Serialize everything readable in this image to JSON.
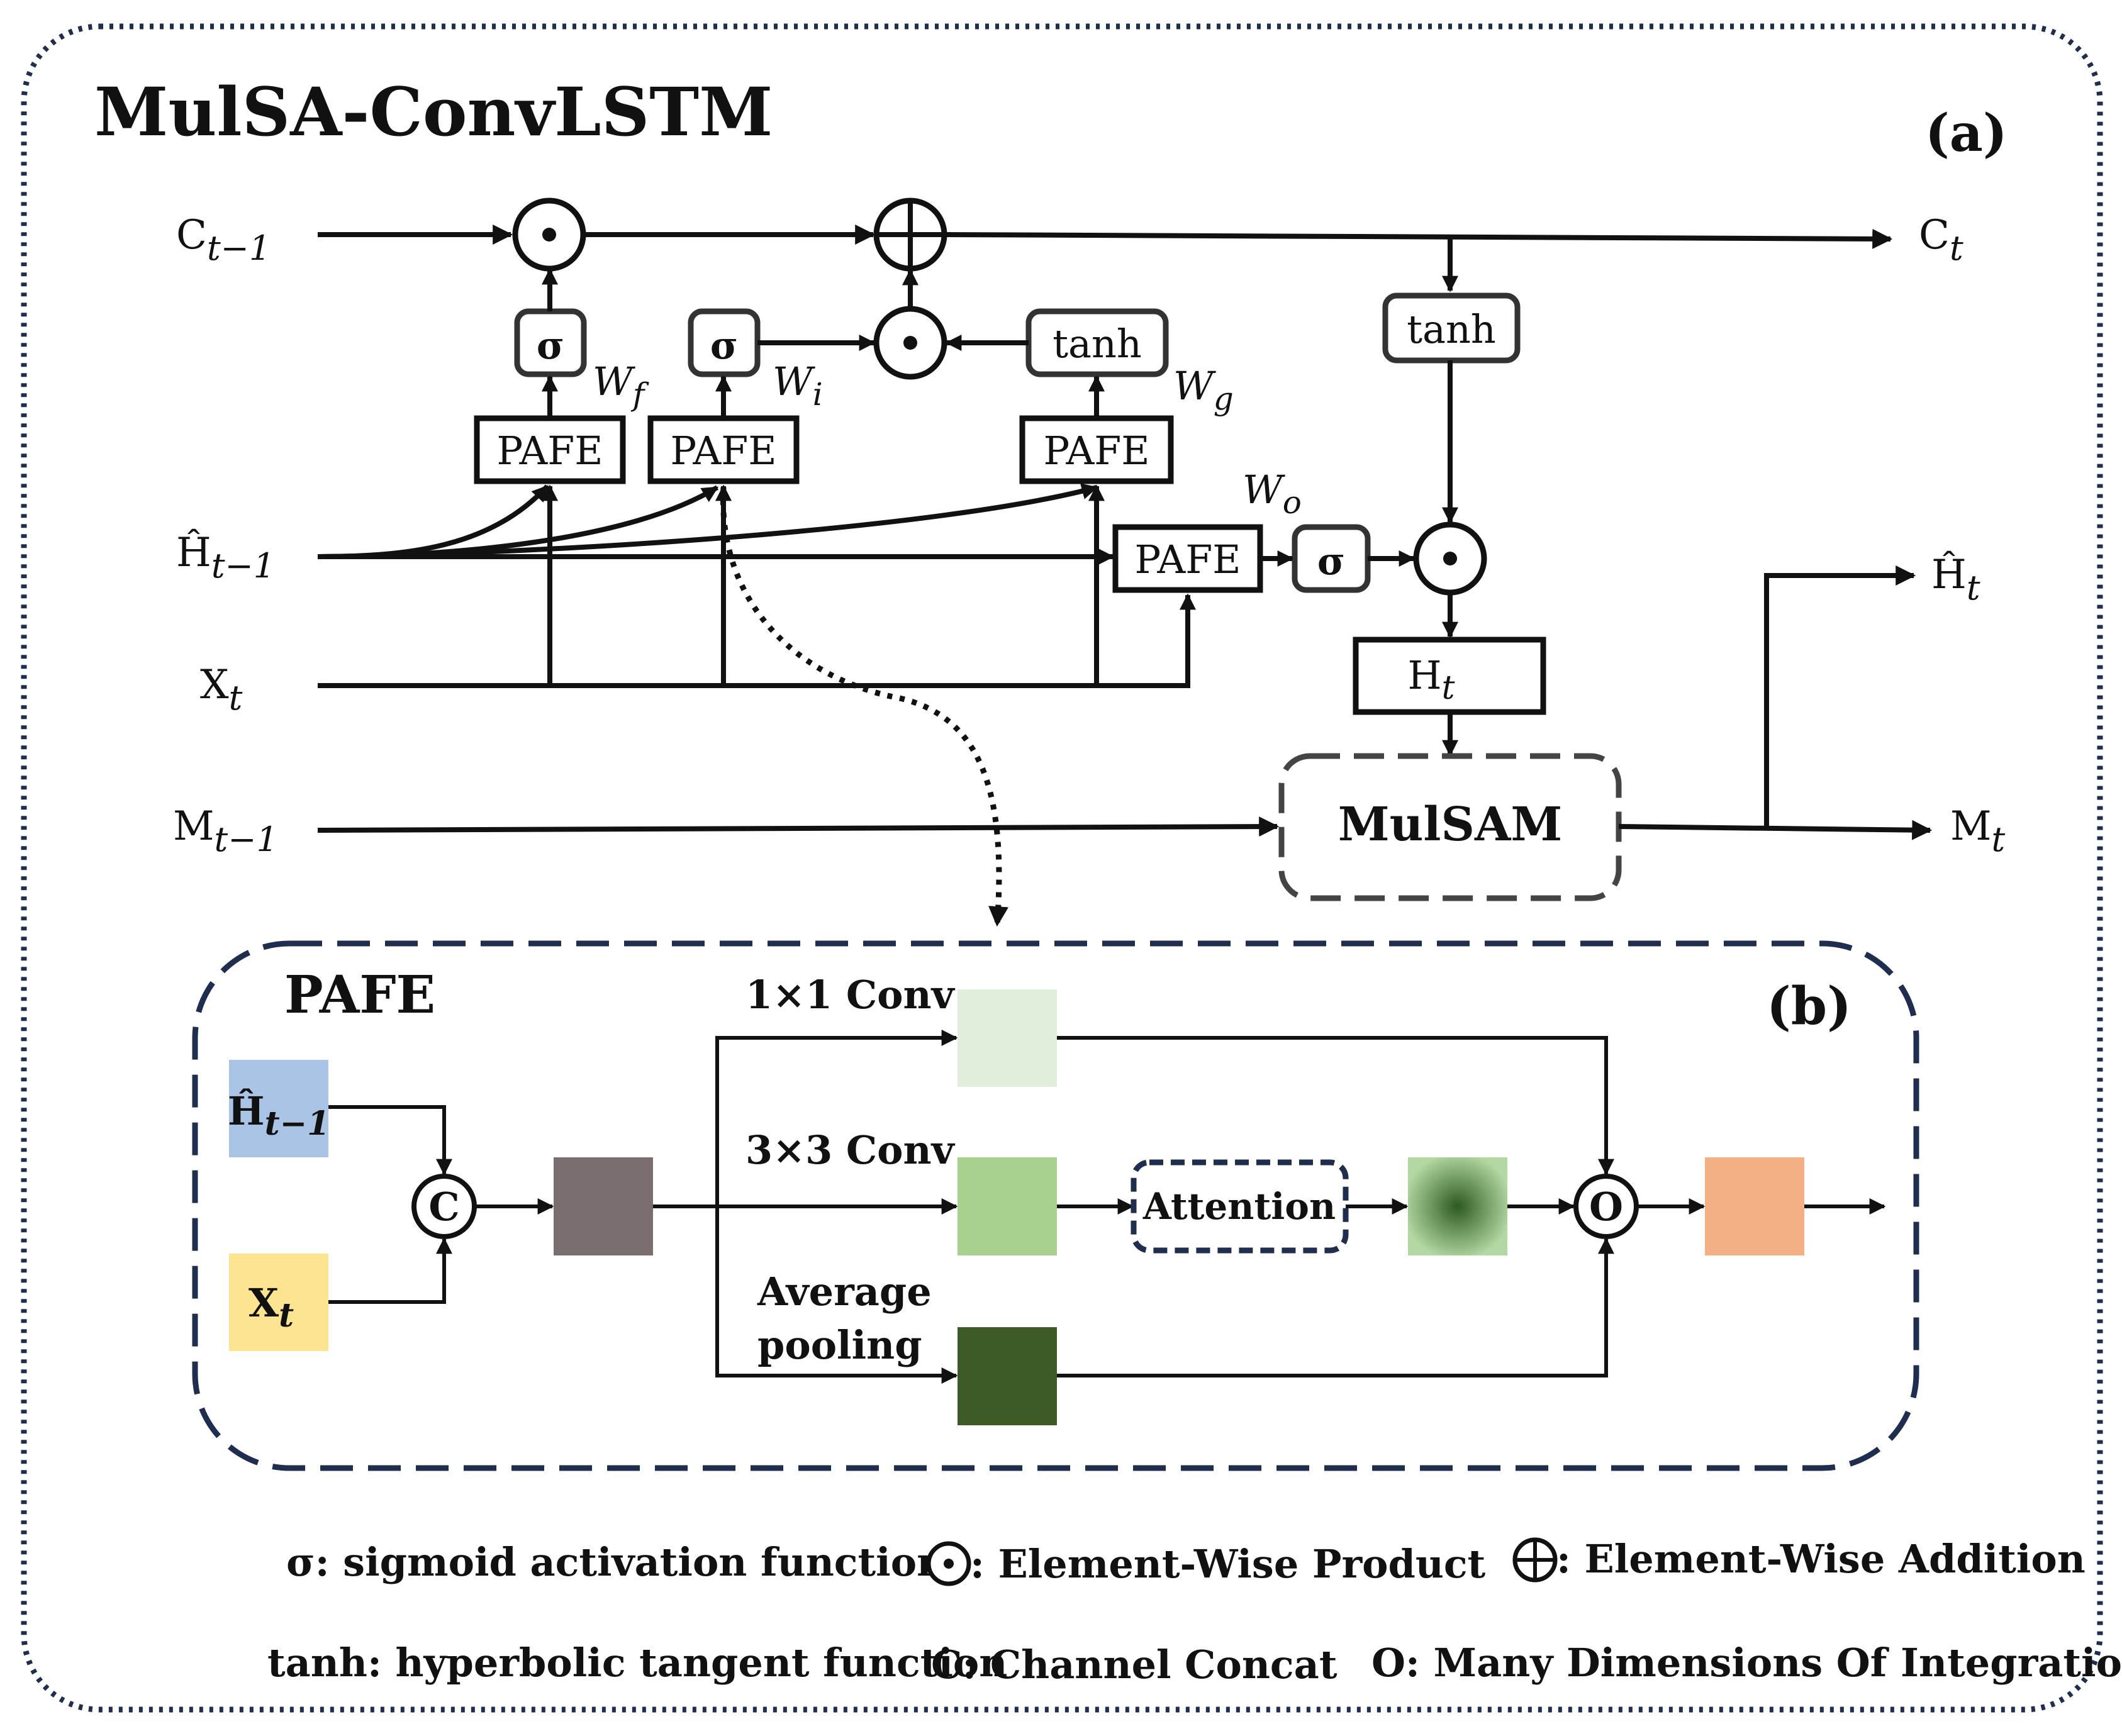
{
  "panel_a": {
    "title": "MulSA-ConvLSTM",
    "tag": "(a)",
    "inputs": {
      "c_prev": {
        "base": "C",
        "sub": "t−1"
      },
      "h_prev": {
        "base": "Ĥ",
        "sub": "t−1"
      },
      "x_t": {
        "base": "X",
        "sub": "t"
      },
      "m_prev": {
        "base": "M",
        "sub": "t−1"
      }
    },
    "outputs": {
      "c_t": {
        "base": "C",
        "sub": "t"
      },
      "h_t_hat": {
        "base": "Ĥ",
        "sub": "t"
      },
      "m_t": {
        "base": "M",
        "sub": "t"
      }
    },
    "gates": {
      "sigma": "σ",
      "tanh": "tanh",
      "pafe": "PAFE",
      "product_symbol": "⊙",
      "add_symbol": "⊕"
    },
    "weights": {
      "wf": {
        "base": "W",
        "sub": "f"
      },
      "wi": {
        "base": "W",
        "sub": "i"
      },
      "wg": {
        "base": "W",
        "sub": "g"
      },
      "wo": {
        "base": "W",
        "sub": "o"
      }
    },
    "hidden_box": {
      "base": "H",
      "sub": "t"
    },
    "mulsam_label": "MulSAM"
  },
  "panel_b": {
    "title": "PAFE",
    "tag": "(b)",
    "h_input": {
      "base": "Ĥ",
      "sub": "t−1"
    },
    "x_input": {
      "base": "X",
      "sub": "t"
    },
    "concat_symbol": "C",
    "integrate_symbol": "O",
    "branch_labels": {
      "conv1": "1×1 Conv",
      "conv3": "3×3 Conv",
      "pool_line1": "Average",
      "pool_line2": "pooling"
    },
    "attention_label": "Attention",
    "colors": {
      "h_input": "#a9c4e4",
      "x_input": "#fde490",
      "concat_out": "#7b6e6e",
      "conv1_out": "#e2eedc",
      "conv3_out": "#a8d18f",
      "pool_out": "#3b5a26",
      "attn_center": "#2c5b22",
      "attn_edge": "#b4d8a3",
      "final_out": "#f2b084",
      "frame_a": "#1f2d4e",
      "frame_b": "#1f2d4e"
    }
  },
  "legend": {
    "sigmoid": "σ: sigmoid activation function",
    "product": ": Element-Wise Product",
    "addition": ": Element-Wise Addition",
    "tanh": "tanh: hyperbolic tangent function",
    "concat": "C: Channel Concat",
    "integration": "O: Many Dimensions Of Integration"
  }
}
